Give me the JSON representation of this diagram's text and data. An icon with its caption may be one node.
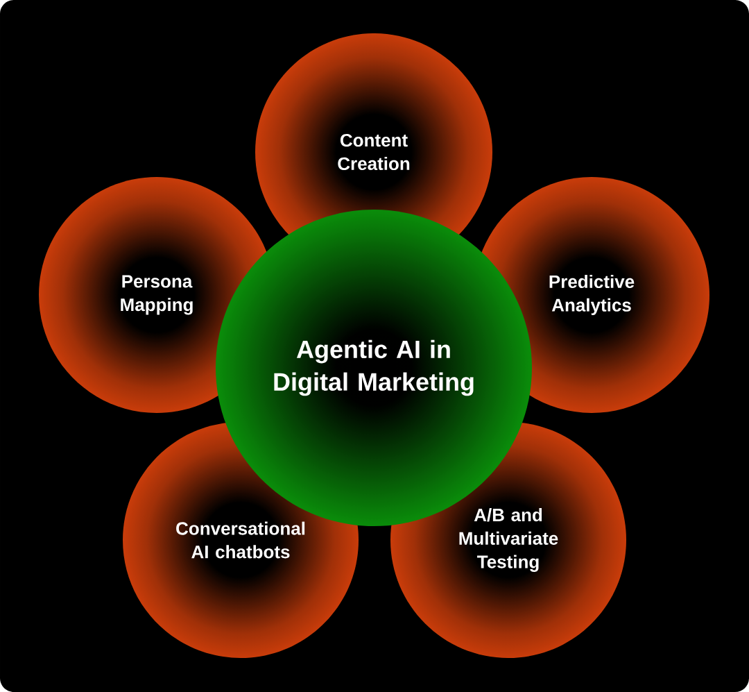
{
  "diagram": {
    "nodes": [
      {
        "text": [
          "Content Creation"
        ]
      },
      {
        "text": [
          "Persona Mapping"
        ]
      },
      {
        "text": [
          "Predictive Analytics"
        ]
      },
      {
        "text": [
          "Agentic AI in Digital Marketing"
        ]
      },
      {
        "text": [
          "Conversational AI chatbots"
        ]
      },
      {
        "text": [
          "A/B and Multivariate Testing"
        ]
      }
    ]
  }
}
